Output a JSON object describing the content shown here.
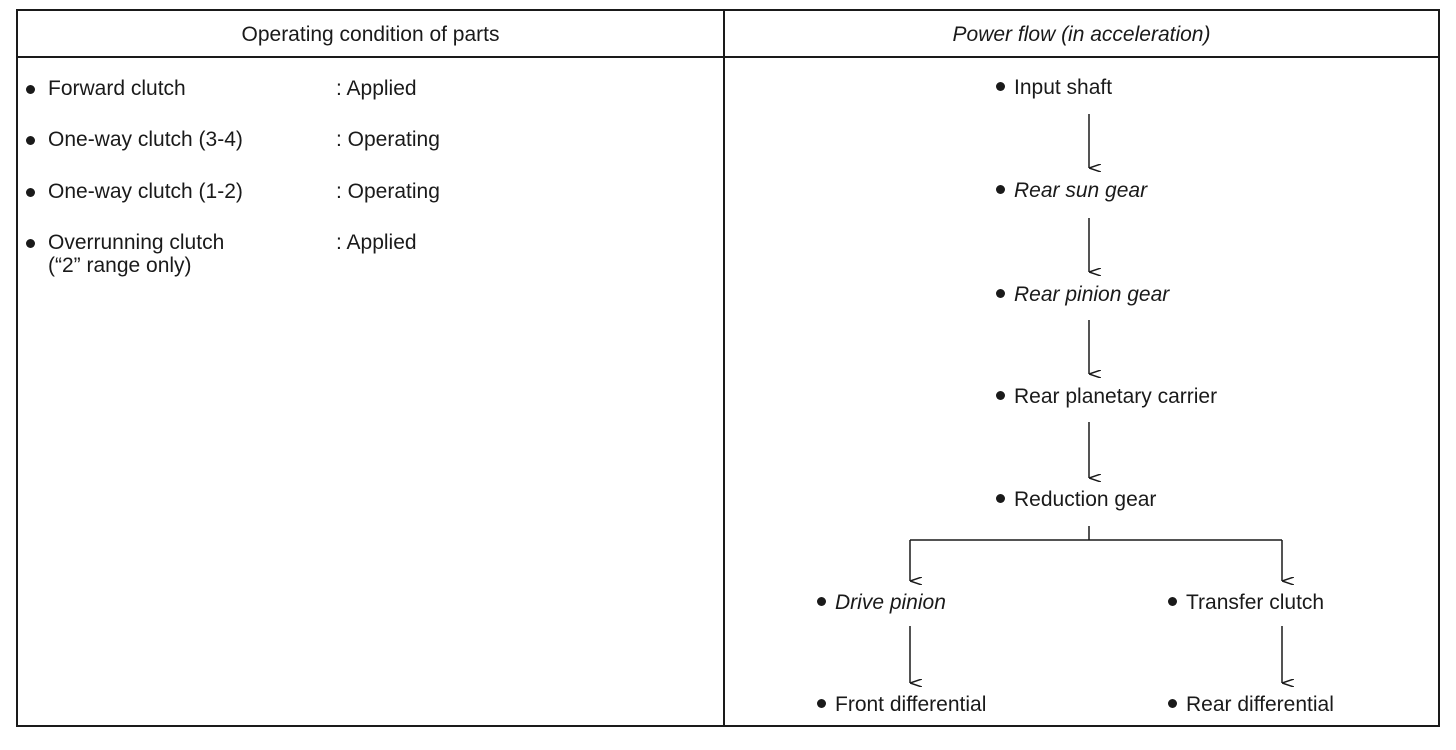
{
  "headers": {
    "left": "Operating condition of parts",
    "right": "Power flow (in acceleration)"
  },
  "parts": [
    {
      "name": "Forward clutch",
      "status": ": Applied",
      "note": ""
    },
    {
      "name": "One-way clutch (3-4)",
      "status": ": Operating",
      "note": ""
    },
    {
      "name": "One-way clutch (1-2)",
      "status": ": Operating",
      "note": ""
    },
    {
      "name": "Overrunning clutch",
      "status": ": Applied",
      "note": "(“2” range only)"
    }
  ],
  "flow": {
    "input_shaft": "Input shaft",
    "rear_sun_gear": "Rear sun gear",
    "rear_pinion_gear": "Rear pinion gear",
    "rear_planetary_carrier": "Rear planetary carrier",
    "reduction_gear": "Reduction gear",
    "drive_pinion": "Drive pinion",
    "transfer_clutch": "Transfer clutch",
    "front_differential": "Front differential",
    "rear_differential": "Rear differential"
  }
}
